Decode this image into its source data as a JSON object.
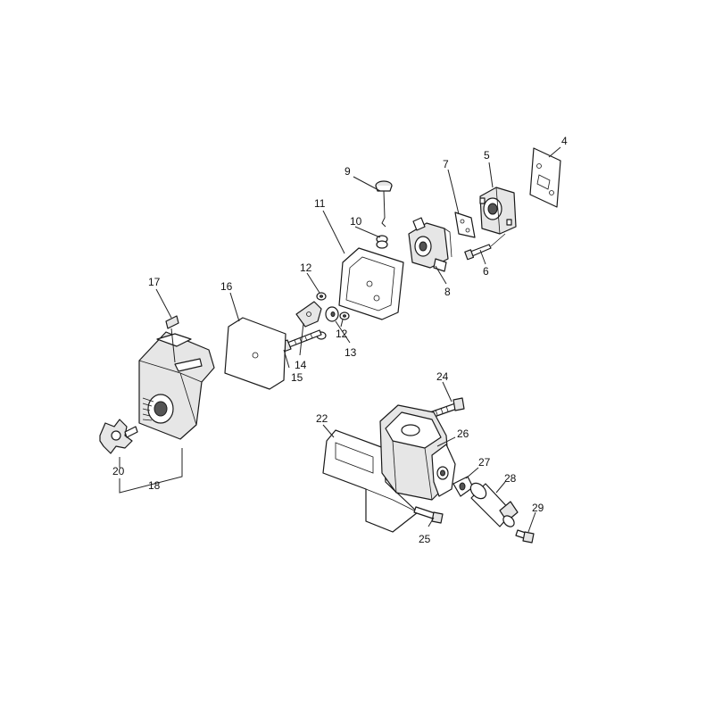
{
  "parts": [
    {
      "id": "p4",
      "number": "4"
    },
    {
      "id": "p5",
      "number": "5"
    },
    {
      "id": "p6",
      "number": "6"
    },
    {
      "id": "p7",
      "number": "7"
    },
    {
      "id": "p8",
      "number": "8"
    },
    {
      "id": "p9",
      "number": "9"
    },
    {
      "id": "p10",
      "number": "10"
    },
    {
      "id": "p11",
      "number": "11"
    },
    {
      "id": "p12a",
      "number": "12"
    },
    {
      "id": "p12b",
      "number": "12"
    },
    {
      "id": "p13",
      "number": "13"
    },
    {
      "id": "p14",
      "number": "14"
    },
    {
      "id": "p15",
      "number": "15"
    },
    {
      "id": "p16",
      "number": "16"
    },
    {
      "id": "p17",
      "number": "17"
    },
    {
      "id": "p18",
      "number": "18"
    },
    {
      "id": "p20",
      "number": "20"
    },
    {
      "id": "p22",
      "number": "22"
    },
    {
      "id": "p24",
      "number": "24"
    },
    {
      "id": "p25",
      "number": "25"
    },
    {
      "id": "p26",
      "number": "26"
    },
    {
      "id": "p27",
      "number": "27"
    },
    {
      "id": "p28",
      "number": "28"
    },
    {
      "id": "p29",
      "number": "29"
    }
  ]
}
